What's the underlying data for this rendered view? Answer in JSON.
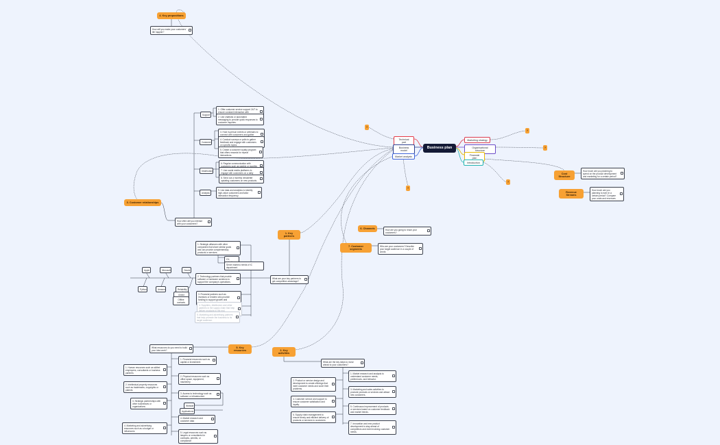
{
  "map": {
    "root": "Business plan",
    "branches": {
      "technical": "Technical part",
      "business": "Business model",
      "market": "Market analysis",
      "marketing": "Marketing strategy",
      "organisational": "Organisational structure",
      "financial": "Financial plan",
      "introduction": "Introduction"
    },
    "badge_text": "?",
    "cost": {
      "title": "Cost Structure",
      "question": "How much are you planning to spend on the product development and marketing for a certain period?"
    },
    "revenue": {
      "title": "Revenue Streams",
      "question": "How much are you planning to earn in a certain period? Compare your costs and revenues"
    },
    "value_prop": {
      "title": "4. Key propositions",
      "question": "How will you make your customers' life happier?"
    },
    "customer_rel": {
      "title": "3. Customer relationships",
      "question": "How often will you interact with your customers?",
      "groups": {
        "support": "Support",
        "customer": "Customer",
        "distribution": "Distribution",
        "analysis": "Analysis"
      },
      "notes": [
        "1. Offer customer service support 24/7 to ensure constant interaction with customers.",
        "2. Use chatbots or automated messaging to provide quick responses to customer inquiries.",
        "3. Host in-person events or webinars to connect with customers and gather feedback.",
        "4. Conduct surveys or polls to gather feedback and engage with customers on specific topics.",
        "5. Create a customer loyalty program that offers rewards for repeat interactions.",
        "6. Regular communication with customers such as weekly or monthly check-ins.",
        "7. Use social media platforms to engage with customers on a daily basis.",
        "8. Send out a monthly newsletter updating customers on new products.",
        "9. Use data and analytics to identify high-value customers and tailor interaction frequency."
      ]
    },
    "channels": {
      "title": "6. Channels",
      "question": "How are you going to reach your customers?"
    },
    "segments": {
      "title": "7. Customer segments",
      "question": "Who are your customers? Describe your target audience in a couple of words"
    },
    "partners": {
      "title": "1. Key partners",
      "question": "What are your key partners to get competitive advantage?",
      "notes": [
        "1. Strategic alliances with other companies that share similar goals and can provide complementary products or services.",
        "2. Technology partners that provide software or hardware solutions to support the company's operations.",
        "3. Financial partners such as investors or lenders who provide funding to support growth and expansion.",
        "4. Suppliers, distributors and other partners in the supply chain that help deliver products to the end customers.",
        "5. Marketing and advertising partners that help promote the business to its target audience."
      ],
      "sub_notes": [
        "CX, retention",
        "Serve mammo needs of IC department"
      ],
      "fishbone": {
        "top": [
          "Apple",
          "Microsoft",
          "Oracle"
        ],
        "bottom": [
          "Python",
          "Amazon"
        ],
        "side": [
          "Reliability of",
          "Online reviews",
          "Offline contacts"
        ]
      }
    },
    "resources": {
      "title": "5. Key resources",
      "question": "What resources do you need to build your idea work?",
      "left_notes": [
        "1. Human resources such as skilled employees, consultants or business partners",
        "2. Intellectual property resources such as trademarks, copyrights or patents",
        "3. Strategic partnerships with other businesses or organizations",
        "4. Marketing and advertising resources such as a budget or influencers"
      ],
      "right_notes": [
        "1. Financial resources such as capital or investment",
        "2. Physical resources such as office space, equipment, machinery",
        "3. Access to technology such as software or infrastructure",
        "4. Market research and customer data",
        "5. Legal resources such as lawyers or consultants for contracts, permits, or compliance"
      ],
      "tags": [
        "Website",
        "Applications"
      ]
    },
    "activities": {
      "title": "2. Key activities",
      "question": "What are the key steps to move ahead to your customers?",
      "left_notes": [
        "2. Product or service design and development to create offerings that meet customer needs and solve their problems.",
        "4. Customer service and support to ensure customer satisfaction and loyalty.",
        "6. Supply chain management to ensure timely and efficient delivery of products or services to customers."
      ],
      "right_notes": [
        "1. Market research and analysis to understand customer needs, preferences, and behavior.",
        "3. Marketing and sales activities to promote products or services and attract new customers.",
        "5. Continuous improvement of products or services based on customer feedback and market trends.",
        "7. Innovation and new product development to stay ahead of competitors and meet evolving customer needs."
      ]
    }
  },
  "colors": {
    "background": "#eef3fd",
    "topic": "#f7a134",
    "root": "#141a36",
    "technical": "#e53946",
    "business": "#2c3e8f",
    "market": "#3d63d8",
    "marketing": "#d93b4f",
    "organisational": "#6a4bc8",
    "financial": "#e7b800",
    "introduction": "#1fb3b0"
  }
}
